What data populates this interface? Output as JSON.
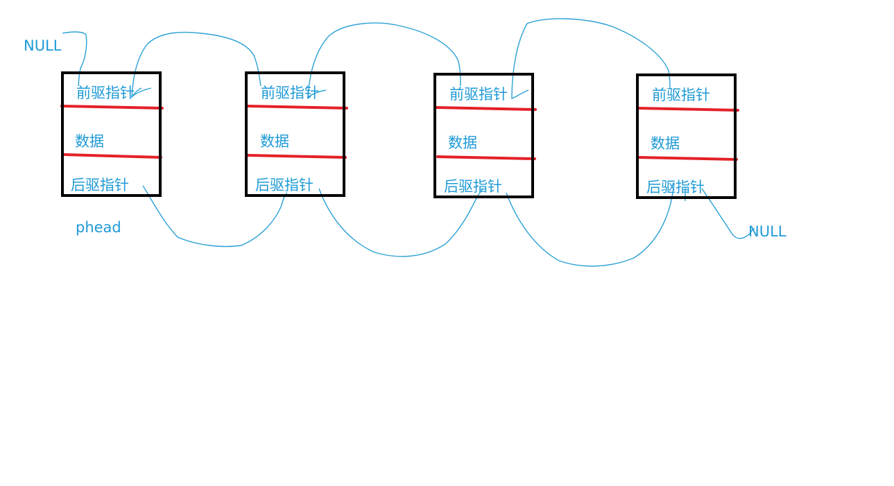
{
  "colors": {
    "box_border": "#000000",
    "separator": "#e32128",
    "link_line": "#2aa0d4",
    "text": "#1e9ad6",
    "background": "#ffffff"
  },
  "null_left": "NULL",
  "null_right": "NULL",
  "head_label": "phead",
  "nodes": [
    {
      "prev": "前驱指针",
      "data": "数据",
      "next": "后驱指针"
    },
    {
      "prev": "前驱指针",
      "data": "数据",
      "next": "后驱指针"
    },
    {
      "prev": "前驱指针",
      "data": "数据",
      "next": "后驱指针"
    },
    {
      "prev": "前驱指针",
      "data": "数据",
      "next": "后驱指针"
    }
  ]
}
